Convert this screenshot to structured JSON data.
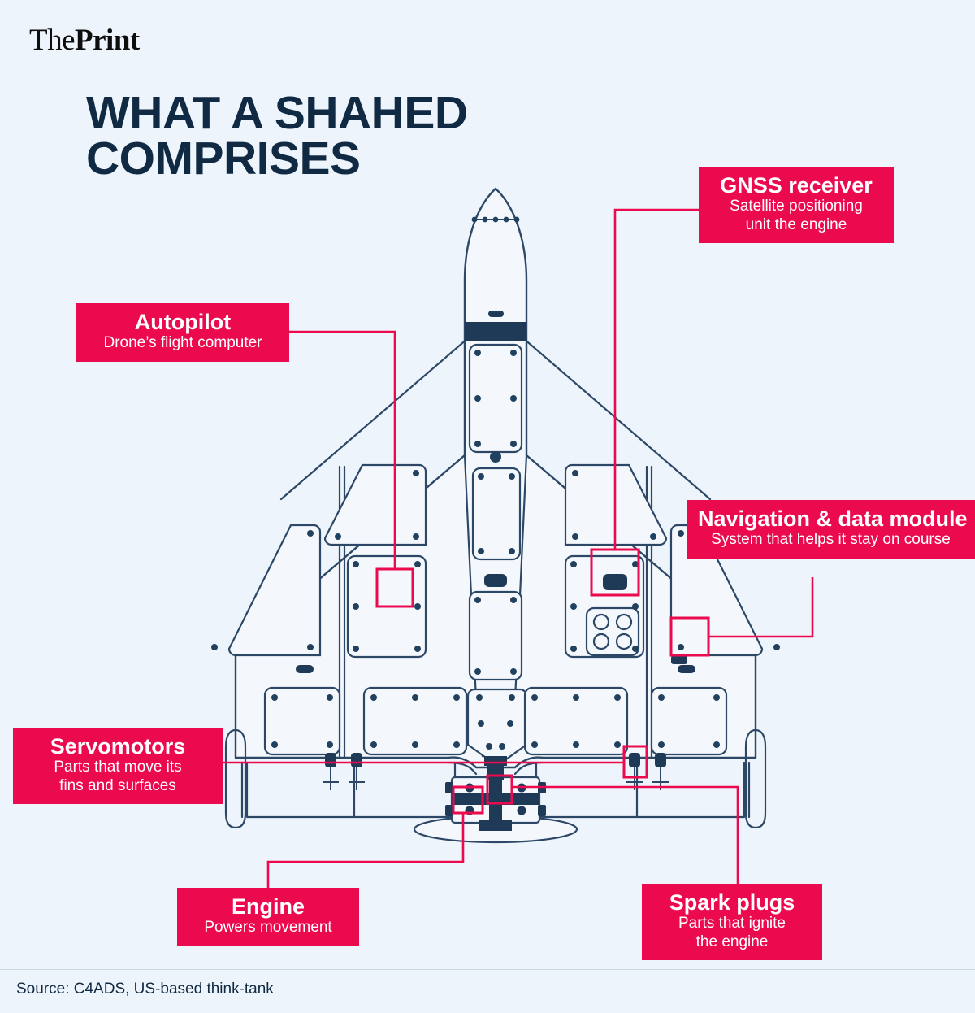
{
  "brand": {
    "name_light": "The",
    "name_bold": "Print"
  },
  "header": {
    "title": "WHAT A SHAHED COMPRISES"
  },
  "footer": {
    "source": "Source: C4ADS, US-based think-tank"
  },
  "colors": {
    "background": "#eef4fb",
    "accent": "#ec0a4f",
    "ink": "#102a43",
    "callout_text": "#ffffff"
  },
  "callouts": [
    {
      "id": "gnss",
      "title": "GNSS receiver",
      "subtitle": "Satellite positioning unit the engine",
      "subtitle_lines": [
        "Satellite positioning",
        "unit the engine"
      ]
    },
    {
      "id": "autopilot",
      "title": "Autopilot",
      "subtitle": "Drone’s flight computer",
      "subtitle_lines": [
        "Drone’s flight computer"
      ]
    },
    {
      "id": "navigation",
      "title": "Navigation & data module",
      "subtitle": "System that helps it stay on course",
      "subtitle_lines": [
        "System that helps it stay on course"
      ]
    },
    {
      "id": "servomotors",
      "title": "Servomotors",
      "subtitle": "Parts that move its fins and surfaces",
      "subtitle_lines": [
        "Parts that move its",
        "fins and surfaces"
      ]
    },
    {
      "id": "engine",
      "title": "Engine",
      "subtitle": "Powers movement",
      "subtitle_lines": [
        "Powers movement"
      ]
    },
    {
      "id": "spark_plugs",
      "title": "Spark plugs",
      "subtitle": "Parts that ignite the engine",
      "subtitle_lines": [
        "Parts that ignite",
        "the engine"
      ]
    }
  ],
  "diagram": {
    "subject": "Shahed one-way attack drone, top-down schematic",
    "components_highlighted": [
      "autopilot",
      "gnss-receiver",
      "navigation-data-module",
      "servomotors",
      "engine",
      "spark-plugs"
    ]
  }
}
